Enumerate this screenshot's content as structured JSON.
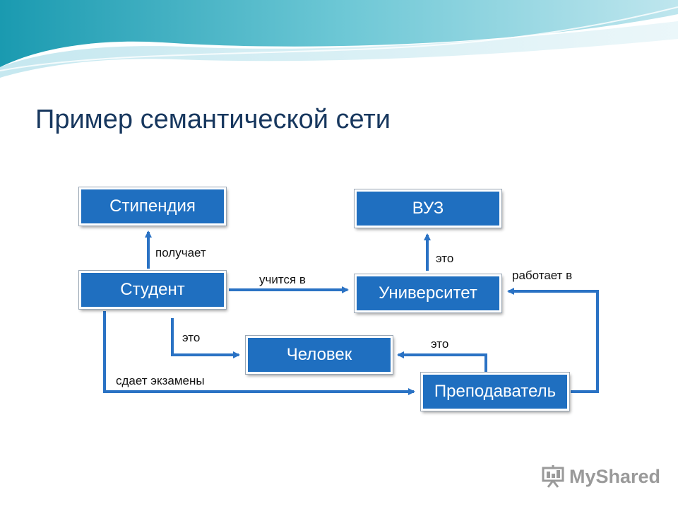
{
  "slide": {
    "title": "Пример семантической сети"
  },
  "nodes": {
    "stipendiya": "Стипендия",
    "vuz": "ВУЗ",
    "student": "Студент",
    "universitet": "Университет",
    "chelovek": "Человек",
    "prepodavatel": "Преподаватель"
  },
  "edges": {
    "poluchaet": "получает",
    "eto_vuz": "это",
    "uchitsya": "учится в",
    "rabotaet": "работает в",
    "eto_student": "это",
    "eto_prepod": "это",
    "sdaet": "сдает экзамены"
  },
  "brand": {
    "name": "MyShared",
    "icon": "presentation-board-icon"
  },
  "colors": {
    "node_fill": "#1f6fc0",
    "arrow": "#2a72c4",
    "title": "#17375e"
  }
}
